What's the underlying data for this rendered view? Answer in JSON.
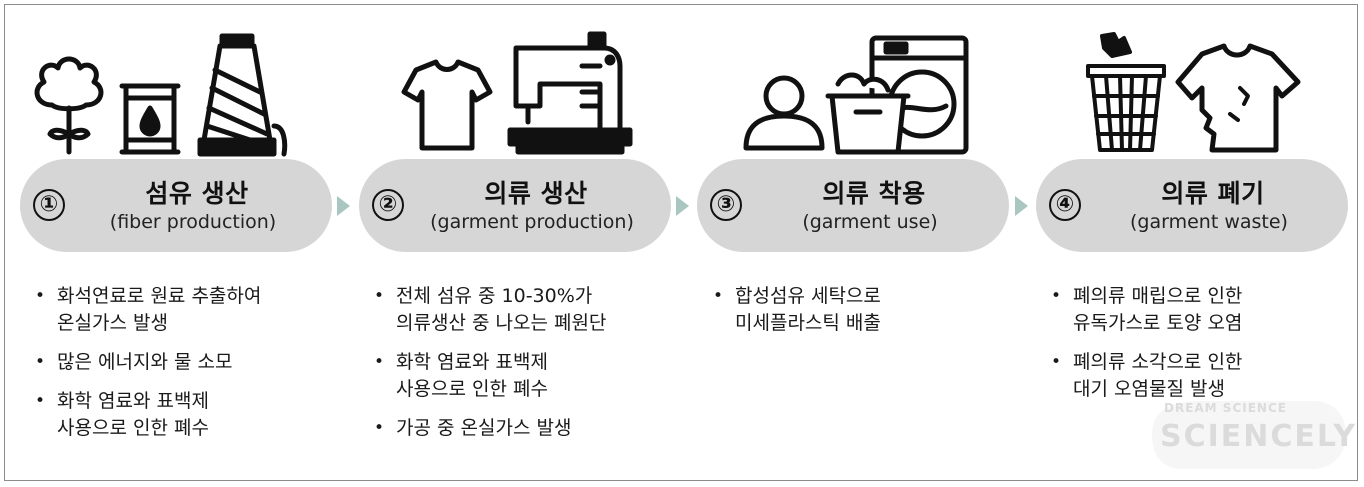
{
  "stages": [
    {
      "number": "①",
      "title": "섬유 생산",
      "subtitle": "(fiber production)",
      "bullets": [
        "화석연료로 원료 추출하여\n온실가스 발생",
        "많은 에너지와 물 소모",
        "화학 염료와 표백제\n사용으로 인한 폐수"
      ],
      "icons": [
        "cotton-plant-icon",
        "oil-barrel-icon",
        "yarn-cone-icon"
      ]
    },
    {
      "number": "②",
      "title": "의류 생산",
      "subtitle": "(garment production)",
      "bullets": [
        "전체 섬유 중 10-30%가\n의류생산 중 나오는 폐원단",
        "화학 염료와 표백제\n사용으로 인한 폐수",
        "가공 중 온실가스 발생"
      ],
      "icons": [
        "t-shirt-icon",
        "sewing-machine-icon"
      ]
    },
    {
      "number": "③",
      "title": "의류 착용",
      "subtitle": "(garment use)",
      "bullets": [
        "합성섬유 세탁으로\n미세플라스틱 배출"
      ],
      "icons": [
        "person-icon",
        "laundry-basket-icon",
        "washing-machine-icon"
      ]
    },
    {
      "number": "④",
      "title": "의류 폐기",
      "subtitle": "(garment waste)",
      "bullets": [
        "폐의류 매립으로 인한\n유독가스로 토양 오염",
        "폐의류 소각으로 인한\n대기 오염물질 발생"
      ],
      "icons": [
        "trash-bin-icon",
        "torn-t-shirt-icon"
      ]
    }
  ],
  "colors": {
    "pill": "#d6d6d6",
    "arrow": "#a9c7c0",
    "border": "#8c8c8c"
  },
  "watermark": {
    "small": "DREAM SCIENCE",
    "big": "SCIENCELY"
  }
}
